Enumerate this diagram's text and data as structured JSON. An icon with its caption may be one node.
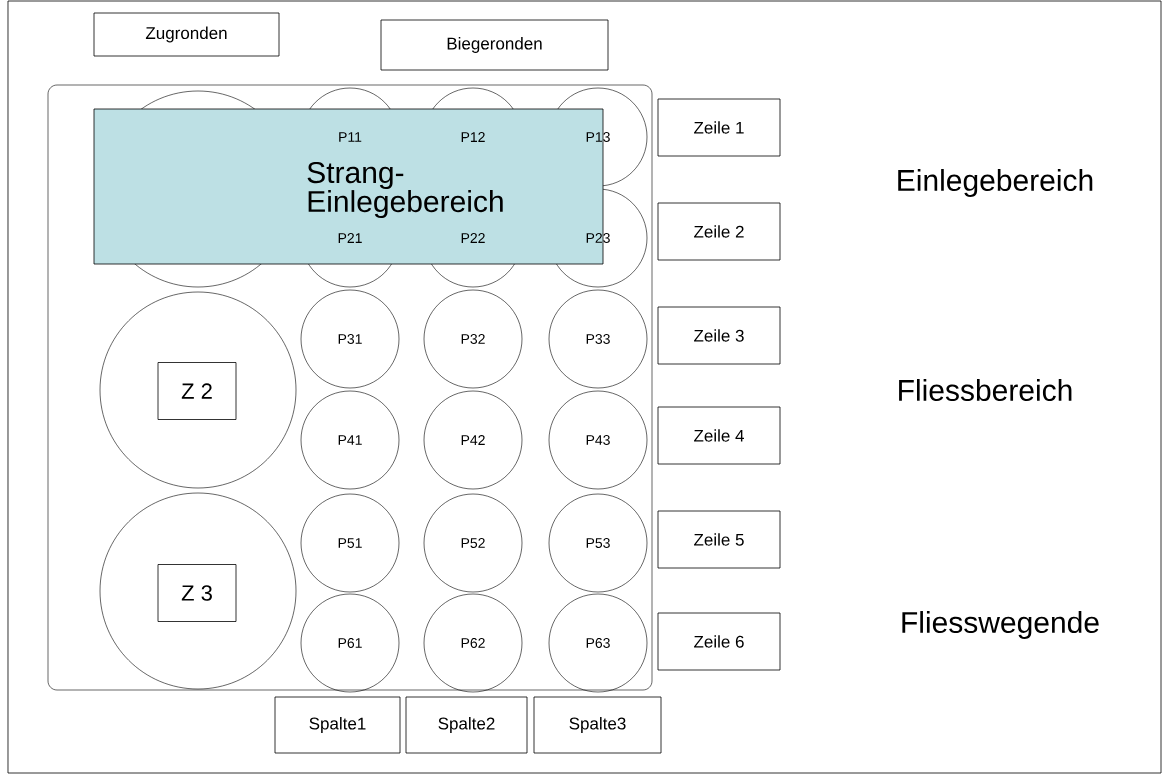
{
  "diagram": {
    "nodes": [
      {
        "text": [
          "Zugronden"
        ]
      },
      {
        "text": [
          "Biegeronden"
        ]
      },
      {
        "text": [],
        "shape": "circle"
      },
      {
        "text": [
          "P11"
        ]
      },
      {
        "text": [
          "P12"
        ]
      },
      {
        "text": [
          "P13"
        ]
      },
      {
        "text": [
          "Strang- Einlegebereich"
        ]
      },
      {
        "text": [
          "P21"
        ]
      },
      {
        "text": [
          "P22"
        ]
      },
      {
        "text": [
          "P23"
        ]
      },
      {
        "text": [],
        "shape": "circle"
      },
      {
        "text": [
          "Z 2"
        ],
        "in": 10
      },
      {
        "text": [
          "P31"
        ]
      },
      {
        "text": [
          "P32"
        ]
      },
      {
        "text": [
          "P33"
        ]
      },
      {
        "text": [
          "P41"
        ]
      },
      {
        "text": [
          "P42"
        ]
      },
      {
        "text": [
          "P43"
        ]
      },
      {
        "text": [],
        "shape": "circle"
      },
      {
        "text": [
          "Z 3"
        ],
        "in": 18
      },
      {
        "text": [
          "P51"
        ]
      },
      {
        "text": [
          "P52"
        ]
      },
      {
        "text": [
          "P53"
        ]
      },
      {
        "text": [
          "P61"
        ]
      },
      {
        "text": [
          "P62"
        ]
      },
      {
        "text": [
          "P63"
        ]
      },
      {
        "text": [
          "Zeile 1"
        ]
      },
      {
        "text": [
          "Zeile 2"
        ]
      },
      {
        "text": [
          "Zeile 3"
        ]
      },
      {
        "text": [
          "Zeile 4"
        ]
      },
      {
        "text": [
          "Zeile 5"
        ]
      },
      {
        "text": [
          "Zeile 6"
        ]
      },
      {
        "text": [
          "Spalte1"
        ]
      },
      {
        "text": [
          "Spalte2"
        ]
      },
      {
        "text": [
          "Spalte3"
        ]
      }
    ],
    "edges": [],
    "labels": [
      "Einlegebereich",
      "Fliessbereich",
      "Fliesswegende"
    ]
  }
}
